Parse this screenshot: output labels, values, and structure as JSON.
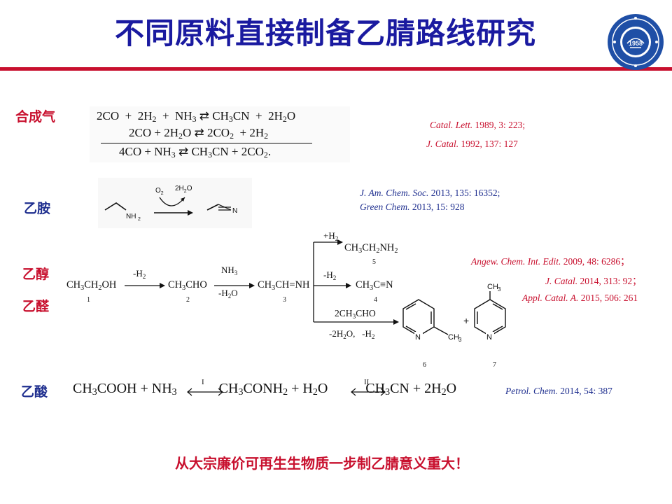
{
  "title": "不同原料直接制备乙腈路线研究",
  "logo": {
    "year": "1958",
    "icon": "university-seal-icon"
  },
  "sections": {
    "syngas": {
      "label": "合成气",
      "refs": [
        {
          "journal": "Catal. Lett.",
          "detail": " 1989, 3: 223;"
        },
        {
          "journal": "J. Catal.",
          "detail": " 1992, 137: 127"
        }
      ]
    },
    "ethylamine": {
      "label": "乙胺",
      "reagents": [
        "O2",
        "2H2O"
      ],
      "refs": [
        {
          "journal": "J. Am. Chem. Soc.",
          "detail": " 2013, 135: 16352;"
        },
        {
          "journal": "Green Chem.",
          "detail": " 2013, 15: 928"
        }
      ]
    },
    "ethanol": {
      "label": "乙醇",
      "label2": "乙醛",
      "numbers": [
        "1",
        "2",
        "3",
        "4",
        "5",
        "6",
        "7"
      ],
      "refs": [
        {
          "journal": "Angew. Chem. Int. Edit.",
          "detail": " 2009, 48: 6286；"
        },
        {
          "journal": "J. Catal.",
          "detail": " 2014, 313: 92；"
        },
        {
          "journal": "Appl. Catal. A.",
          "detail": " 2015, 506: 261"
        }
      ]
    },
    "acetic_acid": {
      "label": "乙酸",
      "step1": "I",
      "step2": "II",
      "refs": [
        {
          "journal": "Petrol. Chem.",
          "detail": " 2014, 54: 387"
        }
      ]
    }
  },
  "slogan": "从大宗廉价可再生生物质一步制乙腈意义重大！"
}
